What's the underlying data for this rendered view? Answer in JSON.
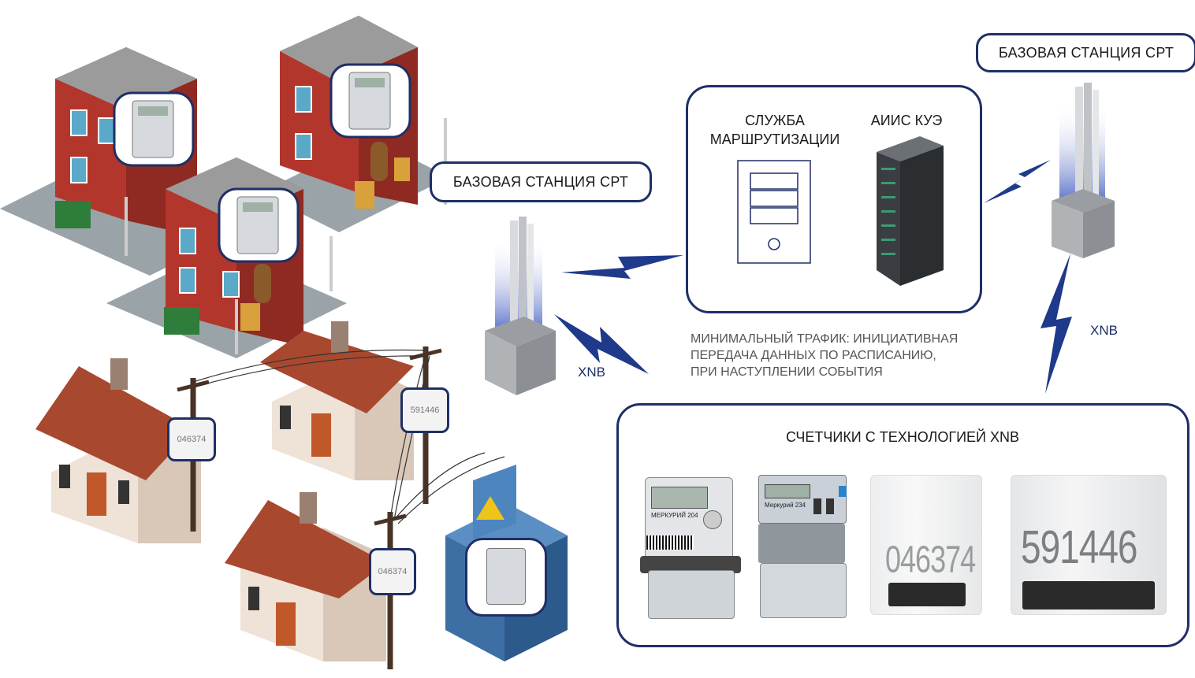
{
  "labels": {
    "base_station_left": "БАЗОВАЯ СТАНЦИЯ СРТ",
    "base_station_right": "БАЗОВАЯ СТАНЦИЯ СРТ",
    "routing_service": "СЛУЖБА МАРШРУТИЗАЦИИ",
    "aiis": "АИИС КУЭ",
    "xnb_left": "XNB",
    "xnb_right": "XNB",
    "meters_title": "СЧЕТЧИКИ С ТЕХНОЛОГИЕЙ XNB",
    "traffic_note": [
      "МИНИМАЛЬНЫЙ ТРАФИК: ИНИЦИАТИВНАЯ",
      "ПЕРЕДАЧА ДАННЫХ ПО РАСПИСАНИЮ,",
      "ПРИ НАСТУПЛЕНИИ СОБЫТИЯ"
    ]
  },
  "meters": {
    "m1_brand": "МЕРКУРИЙ 204",
    "m2_brand": "Меркурий 234",
    "m3_number": "046374",
    "m4_number": "591446"
  },
  "map_meters": {
    "pole_left": "046374",
    "pole_right": "591446",
    "pole_bottom": "046374"
  },
  "colors": {
    "accent": "#1f2f66",
    "brick": "#b3362c",
    "roof": "#a8482f",
    "lightning": "#1f3a8a"
  }
}
